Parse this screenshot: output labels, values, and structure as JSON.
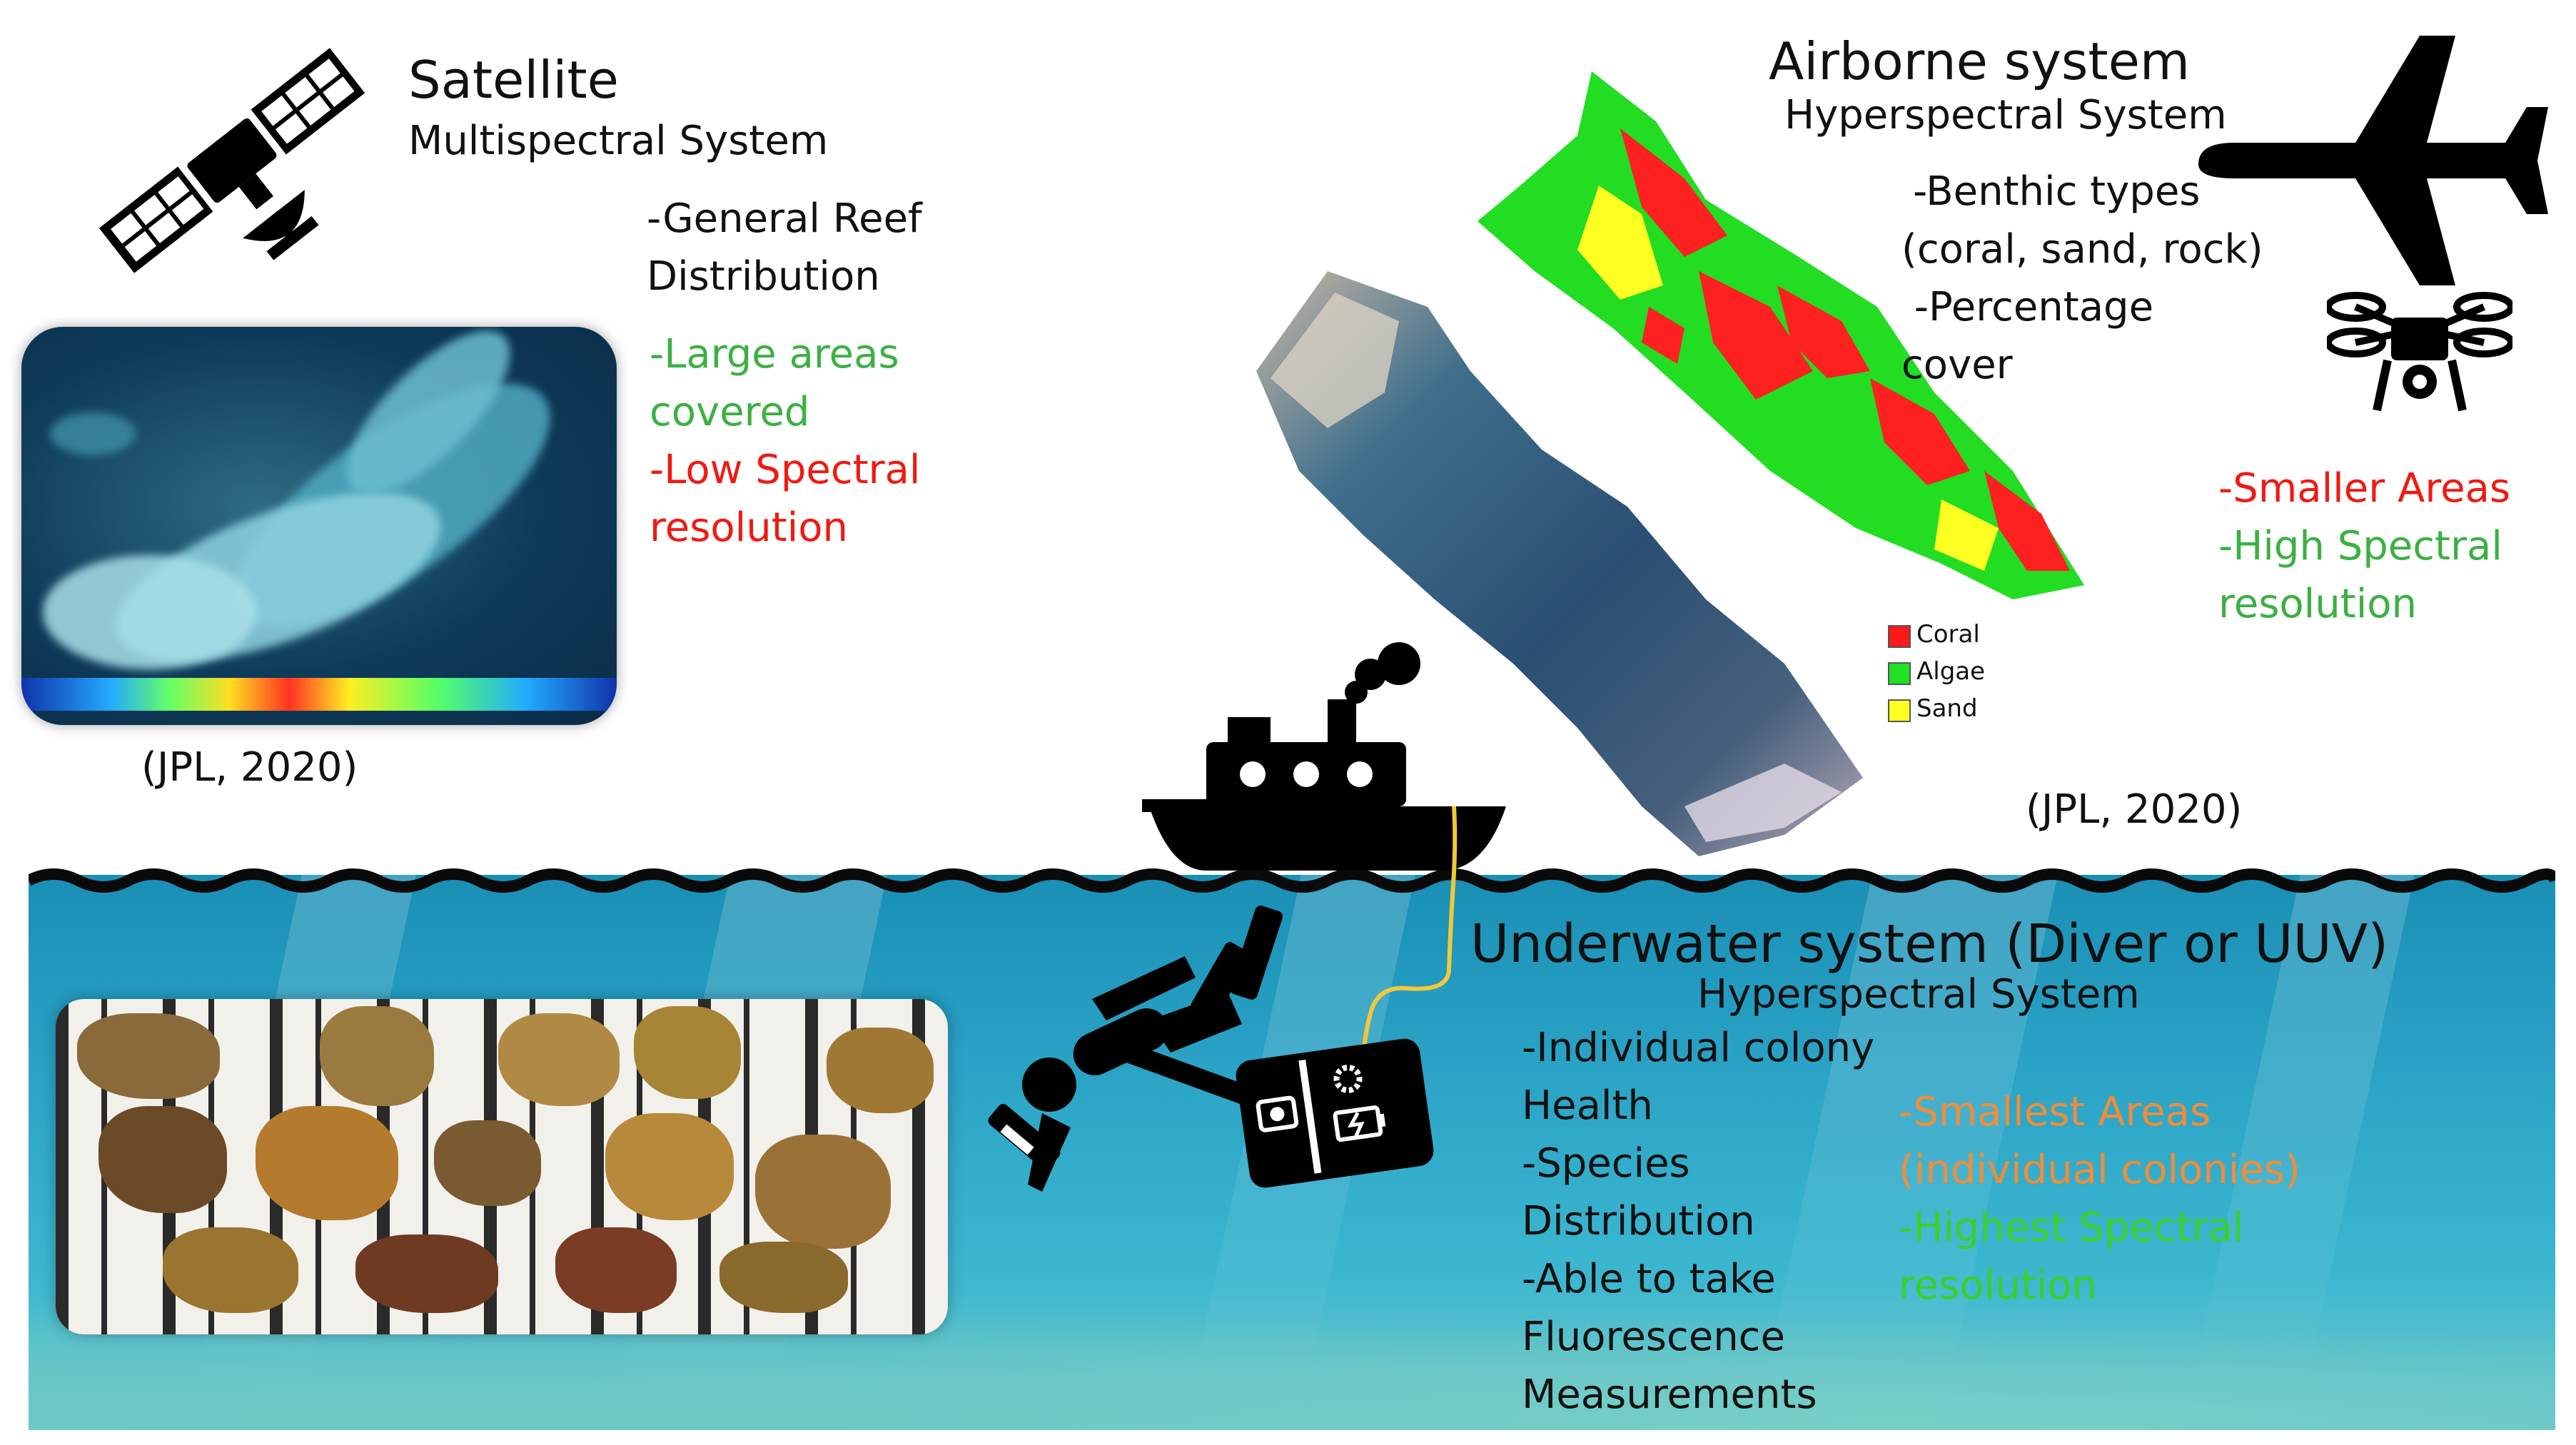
{
  "satellite": {
    "title": "Satellite",
    "subtitle": "Multispectral System",
    "desc": [
      "-General Reef",
      "Distribution"
    ],
    "pros": [
      "-Large areas",
      "covered"
    ],
    "cons": [
      "-Low Spectral",
      "resolution"
    ],
    "credit": "(JPL, 2020)"
  },
  "airborne": {
    "title": "Airborne system",
    "subtitle": "Hyperspectral System",
    "desc": [
      "-Benthic types",
      "(coral, sand, rock)",
      " -Percentage",
      "cover"
    ],
    "cons": "-Smaller Areas",
    "pros": [
      "-High Spectral",
      "resolution"
    ],
    "credit": "(JPL, 2020)",
    "legend": [
      {
        "label": "Coral",
        "color": "#ff1a1a"
      },
      {
        "label": "Algae",
        "color": "#22e022"
      },
      {
        "label": "Sand",
        "color": "#ffff22"
      }
    ]
  },
  "underwater": {
    "title": "Underwater system (Diver or UUV)",
    "subtitle": "Hyperspectral System",
    "desc": [
      "-Individual colony",
      "Health",
      "-Species",
      "Distribution",
      "-Able to take",
      "Fluorescence",
      "Measurements"
    ],
    "scale": [
      "-Smallest Areas",
      "(individual colonies)"
    ],
    "pros": [
      "-Highest Spectral",
      "resolution"
    ]
  },
  "colors": {
    "pro_green": "#3cb043",
    "con_red": "#ef1a12",
    "orange": "#f08d3a",
    "bright_green": "#39d12a",
    "water": "#2aa3c6"
  },
  "icons": [
    "satellite-icon",
    "airplane-icon",
    "drone-icon",
    "ship-icon",
    "diver-icon",
    "camera-housing-icon"
  ]
}
